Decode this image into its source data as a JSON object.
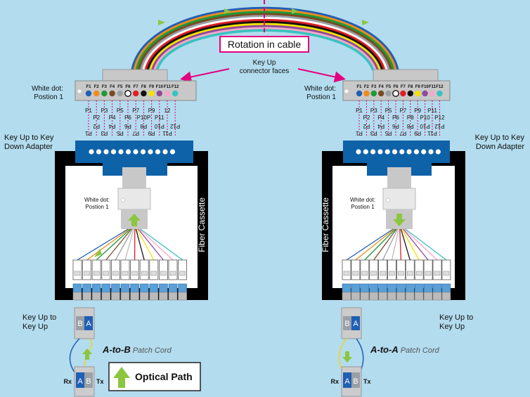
{
  "colors": {
    "background": "#b3dcee",
    "fibers": [
      "#1f5fb5",
      "#f28a1a",
      "#1d9a3a",
      "#7a4a22",
      "#9aa0a6",
      "#ffffff",
      "#e01e24",
      "#111111",
      "#f5e200",
      "#8e4a9a",
      "#f4a9c8",
      "#37c3c0"
    ],
    "connector_gray": "#c8c8c8",
    "adapter_blue": "#0e62a8",
    "arrow_green": "#8cc63f",
    "magenta": "#e4007f"
  },
  "labels": {
    "rotation": "Rotation in cable",
    "key_up_faces_1": "Key Up",
    "key_up_faces_2": "connector faces",
    "white_dot_1": "White dot:",
    "white_dot_2": "Postion 1",
    "adapter_1": "Key Up to Key",
    "adapter_2": "Down Adapter",
    "fiber_cassette": "Fiber Cassette",
    "key_up_1": "Key Up to",
    "key_up_2": "Key Up",
    "patch_ab_bold": "A-to-B",
    "patch_aa_bold": "A-to-A",
    "patch_suffix": "Patch Cord",
    "optical_path": "Optical Path",
    "rx": "Rx",
    "tx": "Tx",
    "a": "A",
    "b": "B"
  },
  "connector_top_labels": [
    "F1",
    "F2",
    "F3",
    "F4",
    "F5",
    "F6",
    "F7",
    "F8",
    "F9",
    "F10",
    "F11",
    "F12"
  ],
  "left_position_labels": [
    "P1",
    "P2",
    "P3",
    "P4",
    "P5",
    "P6",
    "P7",
    "P10P",
    "P9",
    "P11",
    "12"
  ],
  "right_position_labels": [
    "P1",
    "P2",
    "P3",
    "P4",
    "P5",
    "P6",
    "P7",
    "P8",
    "P9",
    "P10",
    "P11",
    "P12"
  ],
  "adapter_labels_flipped": [
    "P1",
    "P2",
    "P3",
    "P4",
    "P5",
    "P6",
    "P7",
    "P8",
    "P9",
    "P10",
    "P11",
    "P12"
  ]
}
